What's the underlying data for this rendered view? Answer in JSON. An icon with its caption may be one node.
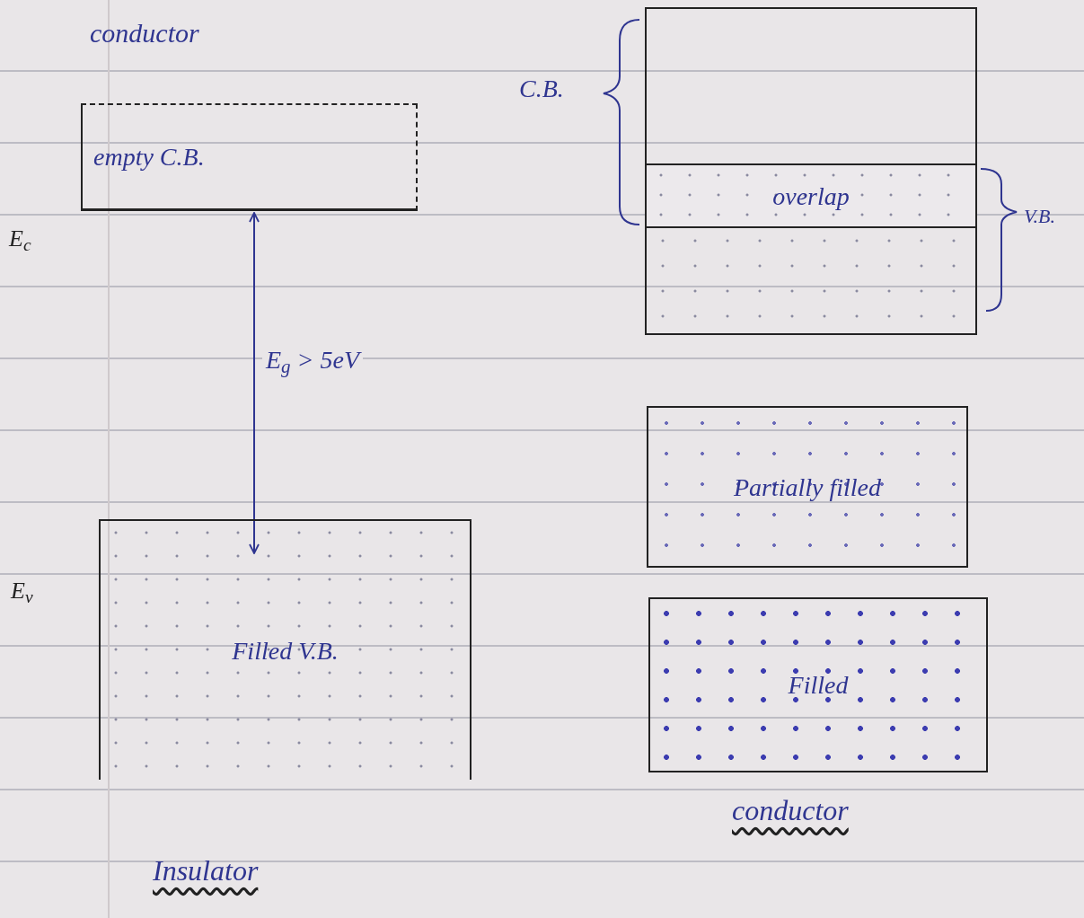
{
  "diagram": {
    "nodes": [
      {
        "text": [
          "empty C.B."
        ]
      },
      {
        "text": [
          "Filled V.B."
        ]
      },
      {
        "text": [],
        "shape": "box"
      },
      {
        "text": [
          "overlap"
        ],
        "in": 2
      },
      {
        "text": [],
        "shape": "box",
        "in": 2
      },
      {
        "text": [
          "Partially filled"
        ]
      },
      {
        "text": [
          "Filled"
        ]
      }
    ],
    "edges": [
      {
        "from": 0,
        "to": 1,
        "arrow": "both",
        "label": "E$_{g}$ > 5eV"
      }
    ],
    "labels": [
      "conductor",
      "E$_{c}$",
      "C.B.",
      "V.B.",
      "E$_{v}$",
      "Insulator",
      "conductor"
    ]
  }
}
